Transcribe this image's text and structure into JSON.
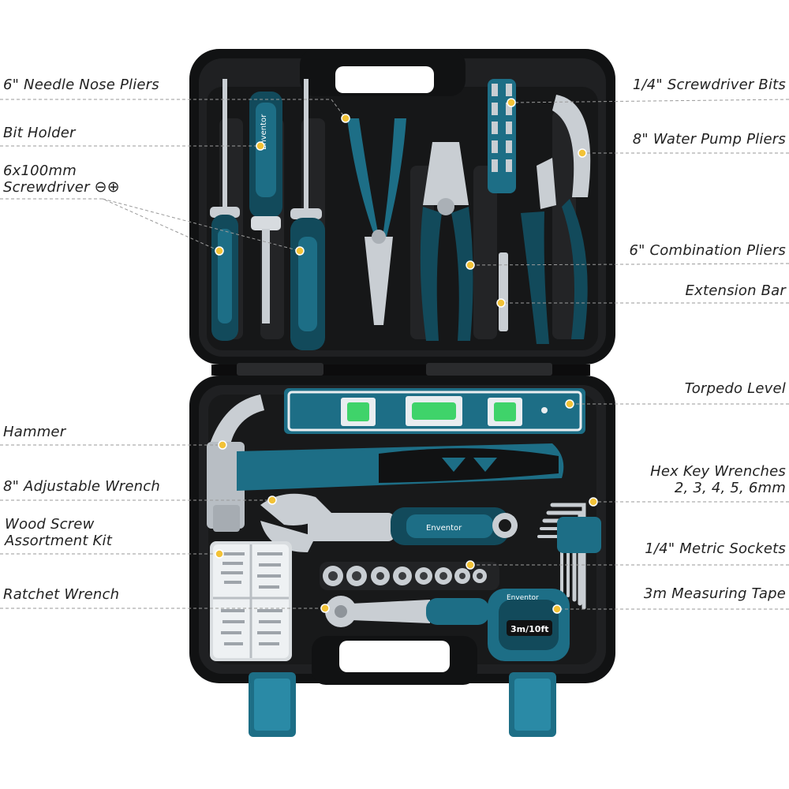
{
  "brand": {
    "name": "Enventor",
    "tape_label": "3m/10ft"
  },
  "colors": {
    "case": "#1c1d1f",
    "case_edge": "#0e0f10",
    "teal": "#1d6e86",
    "teal_dark": "#124a5b",
    "steel": "#c9ced3",
    "marker": "#f2c237",
    "leader": "#9a9a9a",
    "level_vial": "#3fd36a"
  },
  "callouts_left": [
    {
      "id": "needle-nose-pliers",
      "label": "6\" Needle Nose Pliers"
    },
    {
      "id": "bit-holder",
      "label": "Bit Holder"
    },
    {
      "id": "screwdriver",
      "label": "6x100mm",
      "label2": "Screwdriver",
      "symbol": "⊖⊕"
    },
    {
      "id": "hammer",
      "label": "Hammer"
    },
    {
      "id": "adjustable-wrench",
      "label": "8\" Adjustable Wrench"
    },
    {
      "id": "wood-screw-kit",
      "label": "Wood Screw",
      "label2": "Assortment Kit"
    },
    {
      "id": "ratchet-wrench",
      "label": "Ratchet Wrench"
    }
  ],
  "callouts_right": [
    {
      "id": "screwdriver-bits",
      "label": "1/4\" Screwdriver Bits"
    },
    {
      "id": "water-pump-pliers",
      "label": "8\" Water Pump Pliers"
    },
    {
      "id": "combination-pliers",
      "label": "6\" Combination Pliers"
    },
    {
      "id": "extension-bar",
      "label": "Extension Bar"
    },
    {
      "id": "torpedo-level",
      "label": "Torpedo Level"
    },
    {
      "id": "hex-key-wrenches",
      "label": "Hex Key Wrenches",
      "label2": "2, 3, 4, 5, 6mm"
    },
    {
      "id": "metric-sockets",
      "label": "1/4\" Metric Sockets"
    },
    {
      "id": "measuring-tape",
      "label": "3m Measuring Tape"
    }
  ]
}
